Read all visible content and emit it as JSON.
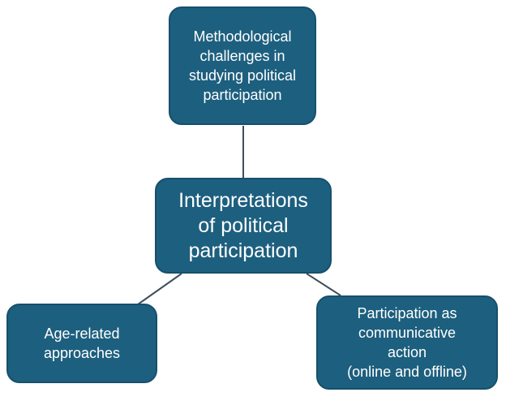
{
  "diagram": {
    "colors": {
      "node_fill": "#1d5f7e",
      "node_border": "#17506b",
      "node_text": "#ffffff",
      "connector": "#3d4f5c"
    },
    "nodes": {
      "top": {
        "label": "Methodological\nchallenges in\nstudying political\nparticipation"
      },
      "center": {
        "label": "Interpretations\nof political\nparticipation"
      },
      "left": {
        "label": "Age-related\napproaches"
      },
      "right": {
        "label": "Participation as\ncommunicative\naction\n(online and offline)"
      }
    },
    "edges": [
      {
        "from": "center",
        "to": "top"
      },
      {
        "from": "center",
        "to": "left"
      },
      {
        "from": "center",
        "to": "right"
      }
    ]
  }
}
